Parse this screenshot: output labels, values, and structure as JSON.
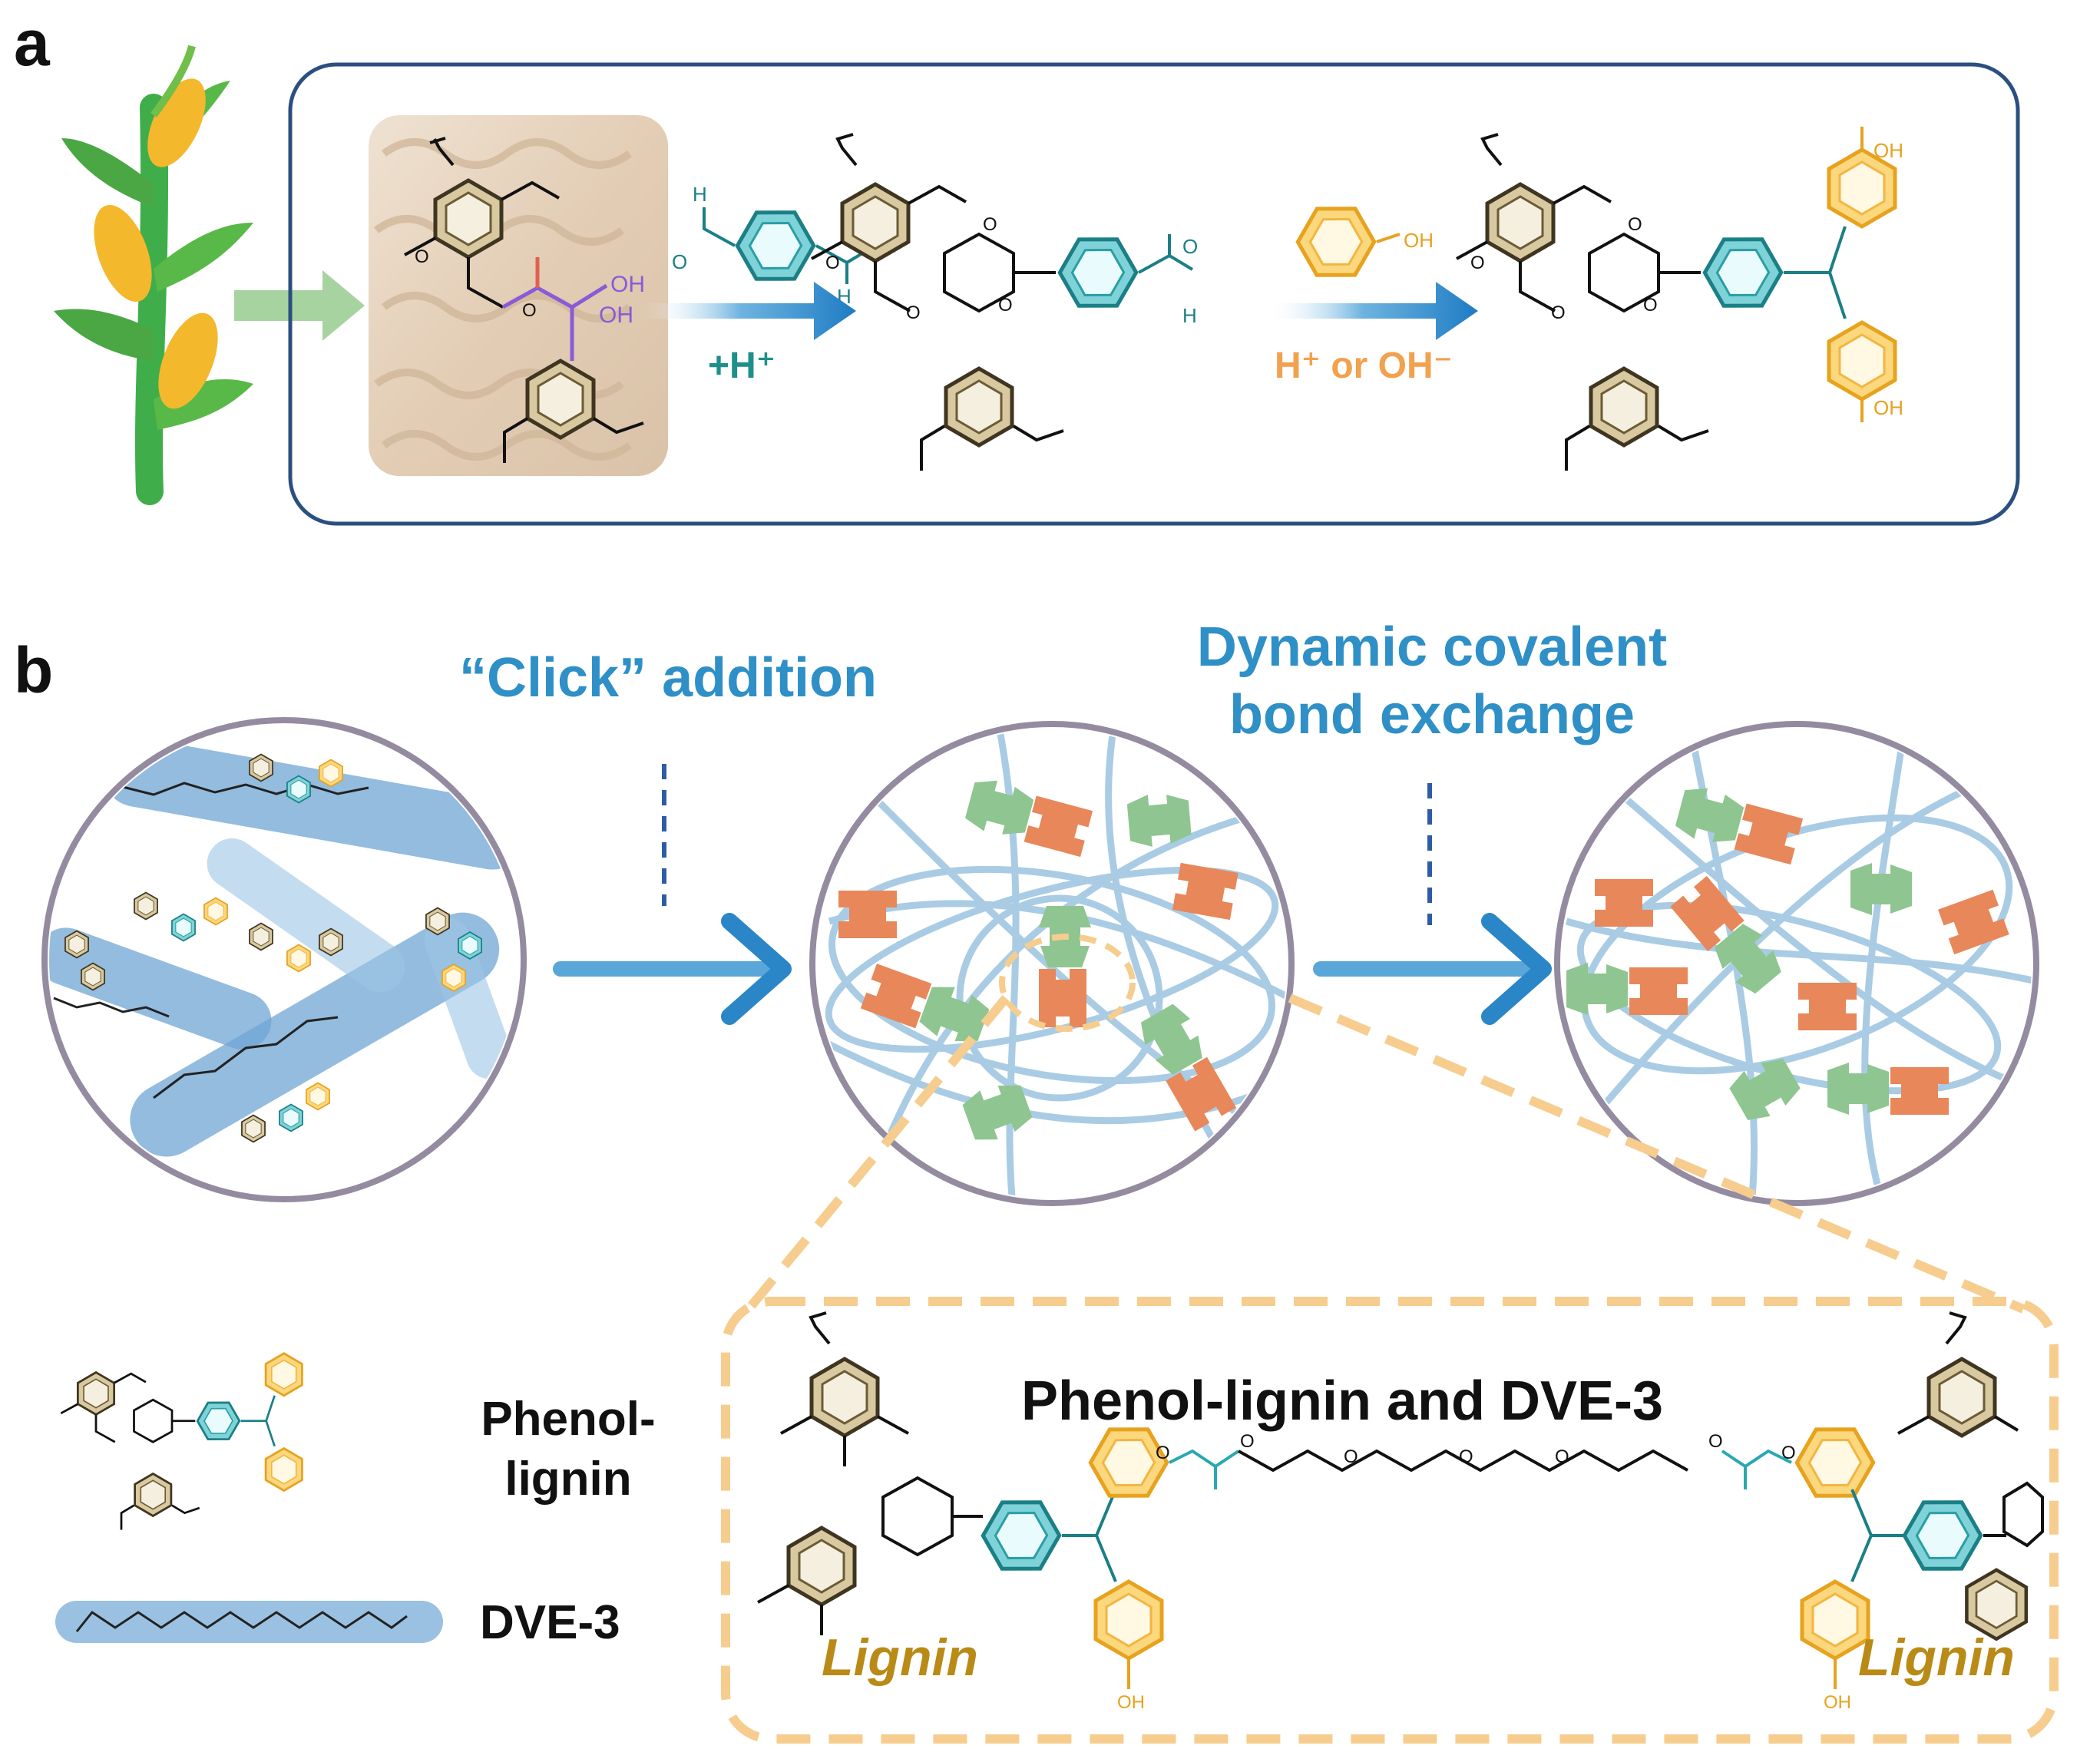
{
  "panels": {
    "a": {
      "letter": "a"
    },
    "b": {
      "letter": "b"
    }
  },
  "panel_a": {
    "condition_acid": "+H⁺",
    "condition_acid_base": "H⁺ or OH⁻",
    "group_labels": {
      "oh": "OH",
      "h": "H"
    }
  },
  "panel_b": {
    "click_title": "“Click” addition",
    "exchange_title_line1": "Dynamic covalent",
    "exchange_title_line2": "bond exchange",
    "legend_phenol_line1": "Phenol-",
    "legend_phenol_line2": "lignin",
    "legend_dve": "DVE-3",
    "inset_title": "Phenol-lignin and DVE-3",
    "lignin_left": "Lignin",
    "lignin_right": "Lignin"
  },
  "colors": {
    "frame_blue": "#2a4f80",
    "arrow_blue": "#2b86c8",
    "teal": "#2db3bb",
    "phenol_yellow": "#f4b43a",
    "lignin_brown": "#7b6a3e",
    "orange_piece": "#e8875a",
    "green_piece": "#8fc590",
    "network_blue": "#a9cce4",
    "circle_gray": "#958ba0",
    "inset_dash": "#f6cd8e"
  },
  "icons": [
    "corn-plant-icon",
    "wood-fiber-photo"
  ]
}
